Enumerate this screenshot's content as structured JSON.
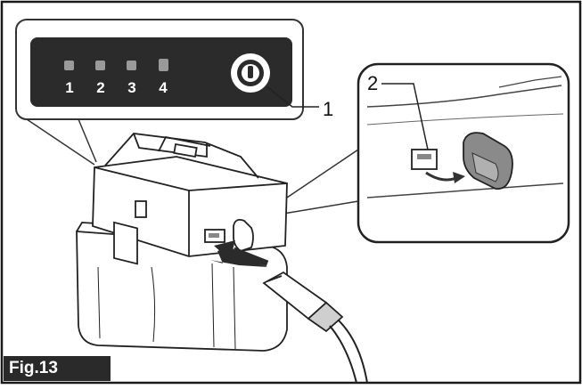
{
  "figure": {
    "label": "Fig.13",
    "panel": {
      "led_labels": [
        "1",
        "2",
        "3",
        "4"
      ]
    },
    "callouts": [
      {
        "number": "1",
        "target": "power-button"
      },
      {
        "number": "2",
        "target": "usb-port-cover"
      }
    ],
    "colors": {
      "frame": "#1a1a1a",
      "panel_bg": "#2b2b2b",
      "led": "#9a9a9a",
      "line": "#222222",
      "fig_label_bg": "#2a2a2a",
      "fig_label_text": "#ffffff"
    }
  }
}
